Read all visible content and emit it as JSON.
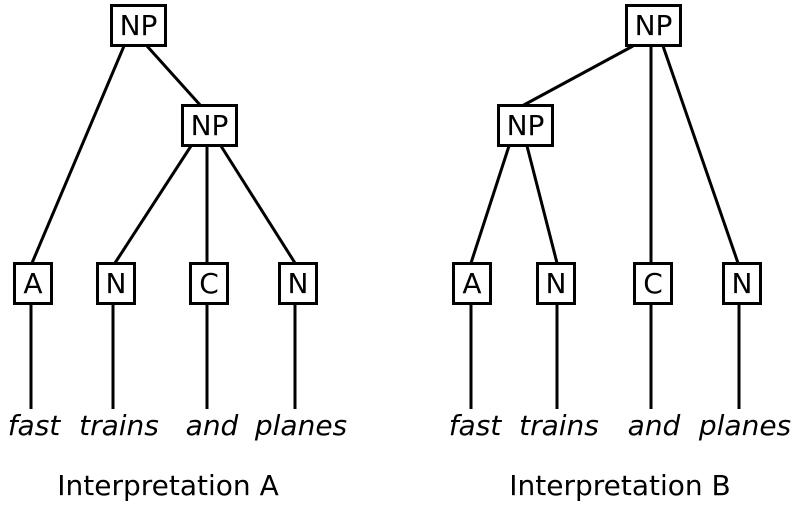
{
  "diagram": {
    "type": "syntax-parse-trees",
    "colors": {
      "background": "#ffffff",
      "line": "#000000",
      "box_border": "#000000",
      "text": "#000000"
    },
    "trees": [
      {
        "id": "A",
        "caption": "Interpretation A",
        "root_label": "NP",
        "inner_label": "NP",
        "leaves": [
          "A",
          "N",
          "C",
          "N"
        ],
        "words": [
          "fast",
          "trains",
          "and",
          "planes"
        ],
        "structure": {
          "root_children": [
            "A",
            "NP"
          ],
          "inner_np_children": [
            "N",
            "C",
            "N"
          ]
        }
      },
      {
        "id": "B",
        "caption": "Interpretation B",
        "root_label": "NP",
        "inner_label": "NP",
        "leaves": [
          "A",
          "N",
          "C",
          "N"
        ],
        "words": [
          "fast",
          "trains",
          "and",
          "planes"
        ],
        "structure": {
          "root_children": [
            "NP",
            "C",
            "N"
          ],
          "inner_np_children": [
            "A",
            "N"
          ]
        }
      }
    ],
    "sentence": "fast trains and planes"
  }
}
